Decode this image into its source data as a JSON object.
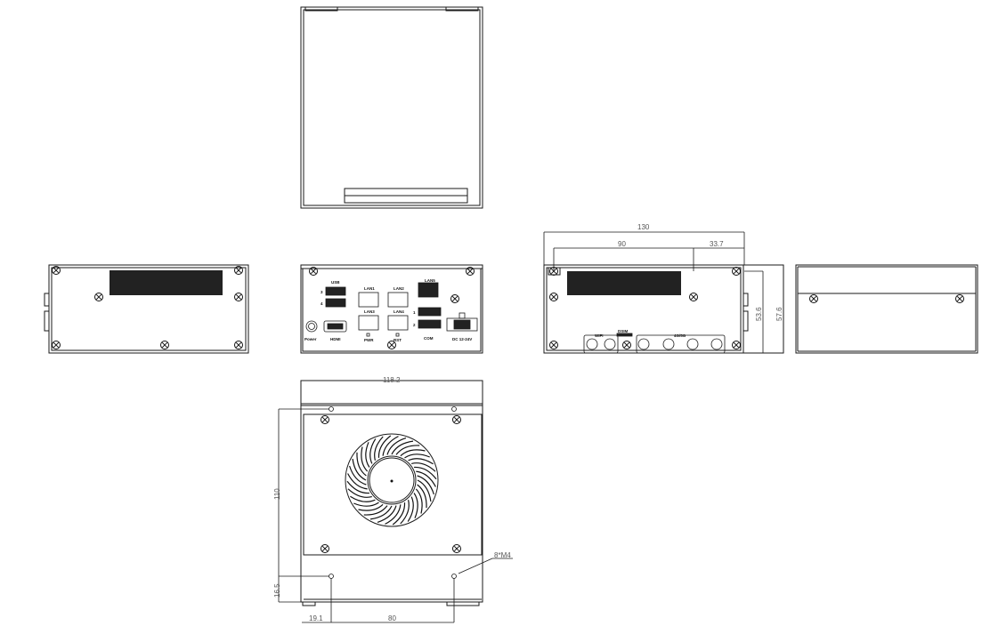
{
  "drawing": {
    "views": [
      "top-view",
      "left-side-view",
      "front-view",
      "rear-view",
      "right-side-view",
      "bottom-view"
    ],
    "dimensions": {
      "overall_width": "130",
      "hole_spacing_rear": "90",
      "hole_offset_rear": "33.7",
      "body_height": "53.6",
      "overall_height": "57.6",
      "bottom_width": "118.2",
      "bottom_depth": "110",
      "hole_offset_y": "16.5",
      "hole_offset_x": "19.1",
      "hole_spacing_bottom": "80",
      "mount_holes": "8*M4"
    },
    "front_labels": {
      "usb_top": "USB",
      "port3": "3",
      "port4": "4",
      "lan1": "LAN1",
      "lan2": "LAN2",
      "lan3": "LAN3",
      "lan4": "LAN4",
      "lan5": "LAN5",
      "com1": "1",
      "com2": "2",
      "power": "Power",
      "hdmi": "HDMI",
      "pwr_led": "PWR",
      "rst": "RST",
      "com_label": "COM",
      "dc_in": "DC 12-24V"
    },
    "rear_labels": {
      "wifi": "WIFI",
      "sim": "DSIM",
      "lte": "4G/5G"
    }
  }
}
